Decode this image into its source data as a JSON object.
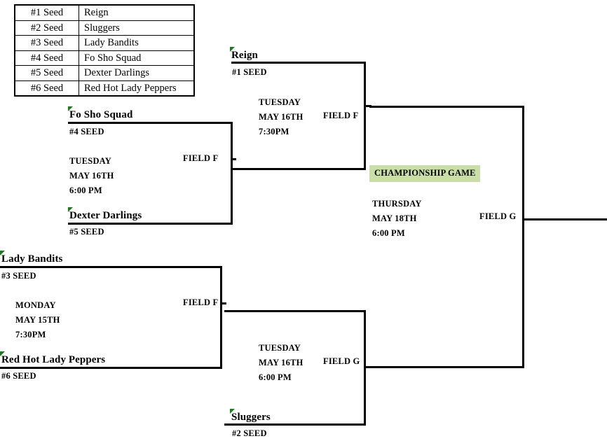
{
  "seed_table": {
    "rows": [
      {
        "seed": "#1 Seed",
        "team": "Reign"
      },
      {
        "seed": "#2 Seed",
        "team": "Sluggers"
      },
      {
        "seed": "#3 Seed",
        "team": "Lady Bandits"
      },
      {
        "seed": "#4 Seed",
        "team": "Fo Sho Squad"
      },
      {
        "seed": "#5 Seed",
        "team": "Dexter Darlings"
      },
      {
        "seed": "#6 Seed",
        "team": "Red Hot Lady Peppers"
      }
    ]
  },
  "colors": {
    "line": "#000000",
    "highlight": "#cadfa8",
    "comment_marker": "#1f7a1f"
  },
  "bracket": {
    "upper_semifinal": {
      "top_team": "Reign",
      "top_seed": "#1 SEED",
      "day": "TUESDAY",
      "date": "MAY 16TH",
      "time": "7:30PM",
      "field": "FIELD F"
    },
    "quarterfinal_upper": {
      "top_team": "Fo Sho Squad",
      "top_seed": "#4 SEED",
      "day": "TUESDAY",
      "date": "MAY 16TH",
      "time": "6:00 PM",
      "field": "FIELD F",
      "bottom_team": "Dexter Darlings",
      "bottom_seed": "#5 SEED"
    },
    "quarterfinal_lower": {
      "top_team": "Lady Bandits",
      "top_seed": "#3 SEED",
      "day": "MONDAY",
      "date": "MAY 15TH",
      "time": "7:30PM",
      "field": "FIELD F",
      "bottom_team": "Red Hot Lady Peppers",
      "bottom_seed": "#6 SEED"
    },
    "lower_semifinal": {
      "day": "TUESDAY",
      "date": "MAY 16TH",
      "time": "6:00 PM",
      "field": "FIELD G",
      "bottom_team": "Sluggers",
      "bottom_seed": "#2 SEED"
    },
    "championship": {
      "banner": "CHAMPIONSHIP GAME",
      "day": "THURSDAY",
      "date": "MAY 18TH",
      "time": "6:00 PM",
      "field": "FIELD G"
    }
  }
}
